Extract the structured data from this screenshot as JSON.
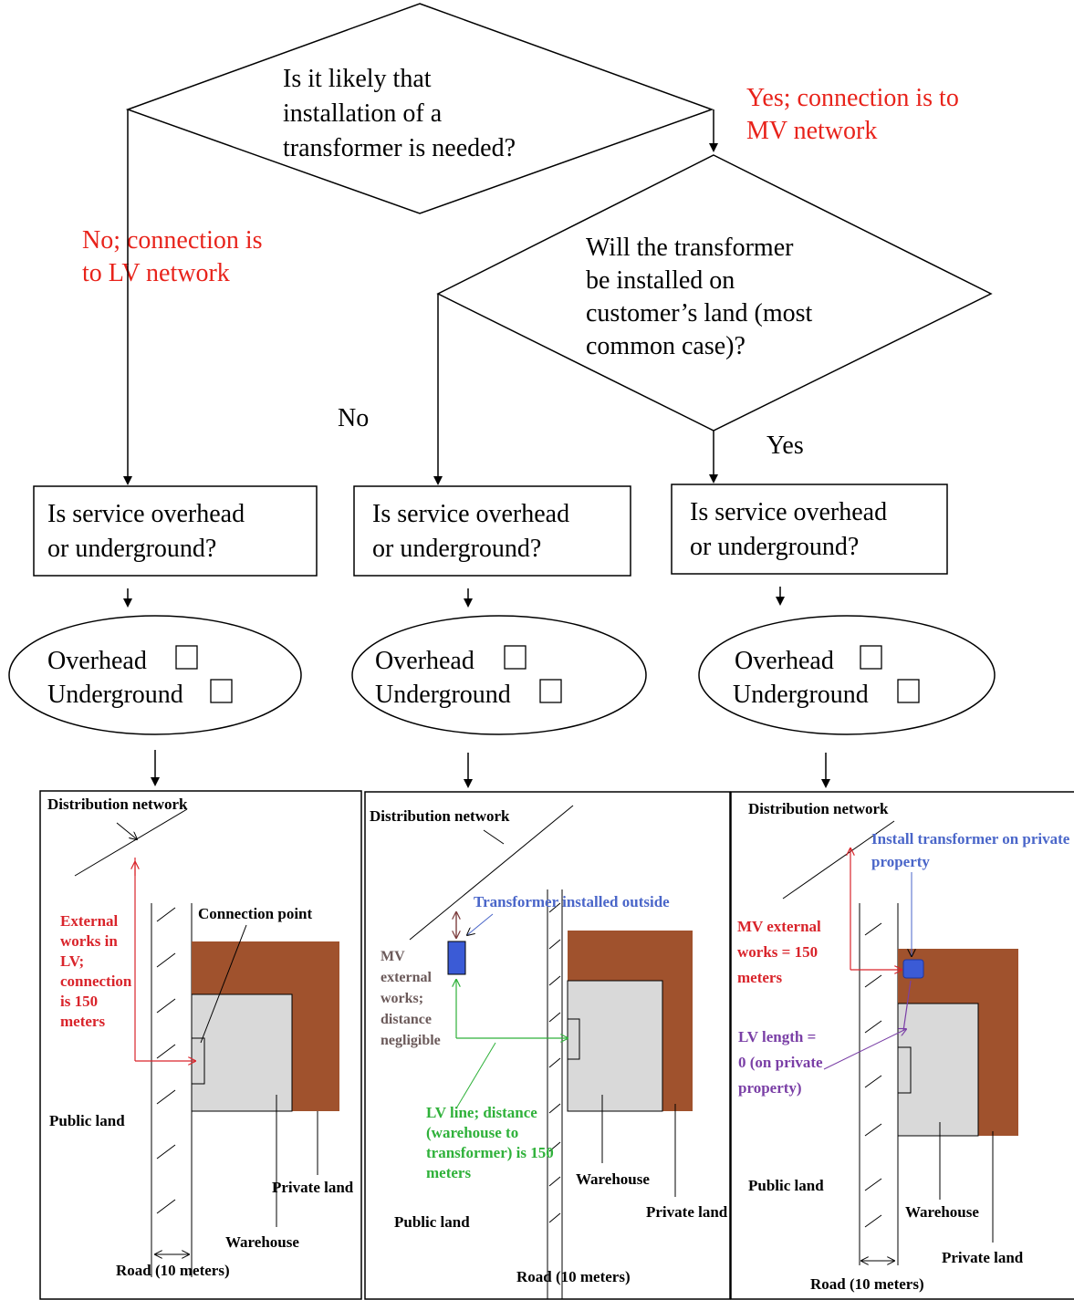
{
  "decision1": {
    "lines": [
      "Is it likely that",
      "installation of a",
      "transformer is needed?"
    ]
  },
  "yes1": {
    "lines": [
      "Yes; connection is to",
      "MV network"
    ]
  },
  "no1": {
    "lines": [
      "No; connection is",
      "to LV network"
    ]
  },
  "decision2": {
    "lines": [
      "Will the transformer",
      "be installed on",
      "customer’s land (most",
      "common case)?"
    ]
  },
  "no2": "No",
  "yes2": "Yes",
  "service_boxes": [
    {
      "lines": [
        "Is service overhead",
        "or underground?"
      ]
    },
    {
      "lines": [
        "Is service overhead",
        "or underground?"
      ]
    },
    {
      "lines": [
        "Is service overhead",
        "or underground?"
      ]
    }
  ],
  "options": [
    {
      "overhead": "Overhead",
      "underground": "Underground"
    },
    {
      "overhead": "Overhead",
      "underground": "Underground"
    },
    {
      "overhead": "Overhead",
      "underground": "Underground"
    }
  ],
  "panel1": {
    "distribution_network": "Distribution network",
    "external_works": [
      "External",
      "works in",
      "LV;",
      "connection",
      "is 150",
      "meters"
    ],
    "connection_point": "Connection point",
    "public_land": "Public land",
    "private_land": "Private land",
    "warehouse": "Warehouse",
    "road": "Road (10 meters)"
  },
  "panel2": {
    "distribution_network": "Distribution network",
    "transformer_outside": "Transformer installed outside",
    "mv_external": [
      "MV",
      "external",
      "works;",
      "distance",
      "negligible"
    ],
    "lv_line": [
      "LV line; distance",
      "(warehouse to",
      "transformer) is 150",
      "meters"
    ],
    "warehouse": "Warehouse",
    "public_land": "Public land",
    "private_land": "Private land",
    "road": "Road (10 meters)"
  },
  "panel3": {
    "distribution_network": "Distribution network",
    "install_transformer": [
      "Install transformer on private",
      "property"
    ],
    "mv_external": [
      "MV external",
      "works = 150",
      "meters"
    ],
    "lv_length": [
      "LV length =",
      "0 (on private",
      "property)"
    ],
    "public_land": "Public land",
    "warehouse": "Warehouse",
    "private_land": "Private land",
    "road": "Road (10 meters)"
  },
  "colors": {
    "red_label": "#e8231b",
    "brown_land": "#a0522d",
    "warehouse_grey": "#d9d9d9",
    "transformer_blue": "#3b5bd6"
  }
}
